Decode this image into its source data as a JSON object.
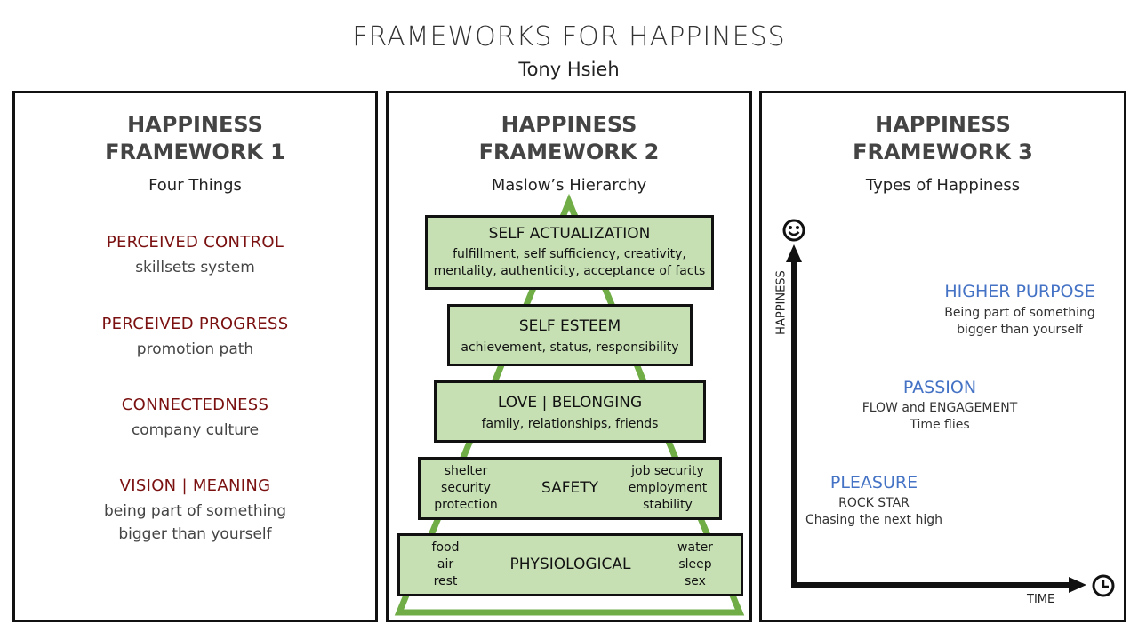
{
  "title": "FRAMEWORKS FOR HAPPINESS",
  "subtitle": "Tony Hsieh",
  "framework1": {
    "heading_line1": "HAPPINESS",
    "heading_line2": "FRAMEWORK 1",
    "subtitle": "Four Things",
    "items": [
      {
        "title": "PERCEIVED CONTROL",
        "desc": [
          "skillsets system"
        ]
      },
      {
        "title": "PERCEIVED PROGRESS",
        "desc": [
          "promotion path"
        ]
      },
      {
        "title": "CONNECTEDNESS",
        "desc": [
          "company culture"
        ]
      },
      {
        "title": "VISION | MEANING",
        "desc": [
          "being part of something",
          "bigger than yourself"
        ]
      }
    ]
  },
  "framework2": {
    "heading_line1": "HAPPINESS",
    "heading_line2": "FRAMEWORK 2",
    "subtitle": "Maslow’s Hierarchy",
    "levels": [
      {
        "name": "SELF ACTUALIZATION",
        "desc": [
          "fulfillment, self sufficiency, creativity,",
          "mentality, authenticity, acceptance of facts"
        ]
      },
      {
        "name": "SELF ESTEEM",
        "desc": [
          "achievement, status, responsibility"
        ]
      },
      {
        "name": "LOVE | BELONGING",
        "desc": [
          "family, relationships, friends"
        ]
      },
      {
        "name": "SAFETY",
        "left": [
          "shelter",
          "security",
          "protection"
        ],
        "right": [
          "job security",
          "employment",
          "stability"
        ]
      },
      {
        "name": "PHYSIOLOGICAL",
        "left": [
          "food",
          "air",
          "rest"
        ],
        "right": [
          "water",
          "sleep",
          "sex"
        ]
      }
    ],
    "colors": {
      "level_fill": "#c6e0b4",
      "triangle": "#70ad47"
    }
  },
  "framework3": {
    "heading_line1": "HAPPINESS",
    "heading_line2": "FRAMEWORK 3",
    "subtitle": "Types of Happiness",
    "y_axis_label": "HAPPINESS",
    "x_axis_label": "TIME",
    "types": [
      {
        "title": "HIGHER PURPOSE",
        "desc": [
          "Being part of something",
          "bigger than yourself"
        ]
      },
      {
        "title": "PASSION",
        "desc": [
          "FLOW and ENGAGEMENT",
          "Time flies"
        ]
      },
      {
        "title": "PLEASURE",
        "desc": [
          "ROCK STAR",
          "Chasing the next high"
        ]
      }
    ],
    "icons": {
      "y_axis": "smiley-icon",
      "x_axis": "clock-icon"
    },
    "colors": {
      "type_title": "#4472c4"
    }
  }
}
